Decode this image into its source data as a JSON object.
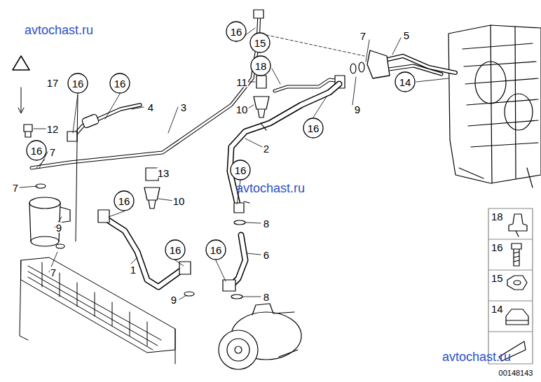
{
  "diagram": {
    "nodes": [
      {
        "text": [
          "16"
        ]
      },
      {
        "text": [
          "15"
        ]
      },
      {
        "text": [
          "16"
        ]
      },
      {
        "text": [
          "16"
        ]
      },
      {
        "text": [
          "18"
        ]
      },
      {
        "text": [
          "14"
        ]
      },
      {
        "text": [
          "16"
        ]
      },
      {
        "text": [
          "16"
        ]
      },
      {
        "text": [
          "16"
        ]
      },
      {
        "text": [
          "16"
        ]
      },
      {
        "text": [
          "16"
        ]
      },
      {
        "text": [
          "16"
        ]
      },
      {
        "text": [
          "18"
        ]
      },
      {
        "text": [
          "16"
        ]
      },
      {
        "text": [
          "15"
        ]
      },
      {
        "text": [
          "14"
        ]
      }
    ],
    "edges": [],
    "labels": [
      "avtochast.ru",
      "7",
      "5",
      "17",
      "4",
      "3",
      "11",
      "10",
      "9",
      "12",
      "7",
      "7",
      "2",
      "avtochast.ru",
      "13",
      "10",
      "9",
      "8",
      "1",
      "6",
      "7",
      "9",
      "8",
      "avtochast.ru",
      "00148143"
    ]
  }
}
